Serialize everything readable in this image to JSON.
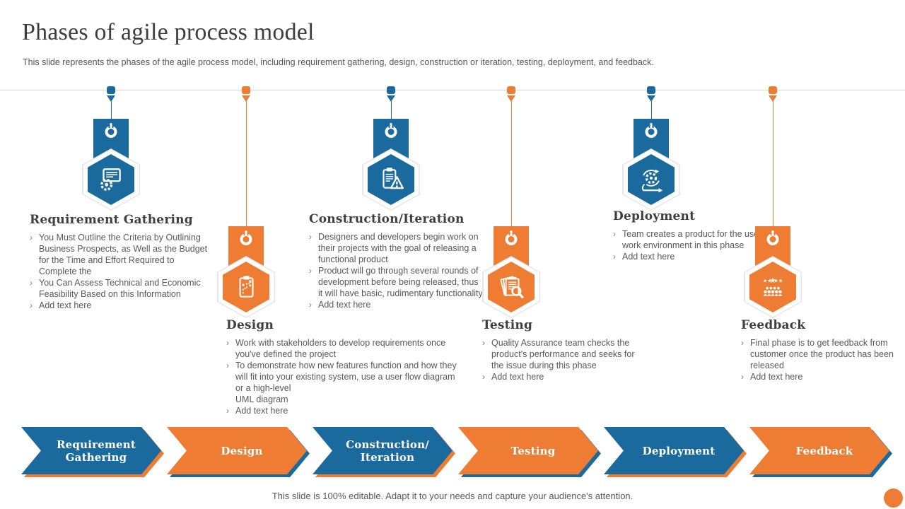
{
  "slide": {
    "title": "Phases of agile process model",
    "subtitle": "This slide represents the phases of the agile process model, including requirement gathering, design, construction or iteration, testing, deployment, and feedback.",
    "footer": "This slide is 100% editable. Adapt it to your needs and capture your audience's attention."
  },
  "ui": {
    "bullet_char": "›"
  },
  "colors": {
    "blue": "#1A6A9E",
    "orange": "#EE7C33",
    "timeline_line": "#D9D9D9",
    "heading_text": "#3F3F3F",
    "body_text": "#595959"
  },
  "phases": [
    {
      "title": "Requirement Gathering",
      "color": "blue",
      "icon": "certificate-gear-icon",
      "bullets": [
        "You Must Outline the Criteria by Outlining Business Prospects, as Well as the Budget for the Time and Effort Required to Complete the",
        "You Can Assess Technical and Economic Feasibility Based on this Information",
        "Add text here"
      ]
    },
    {
      "title": "Design",
      "color": "orange",
      "icon": "strategy-clipboard-icon",
      "bullets": [
        "Work with stakeholders to develop requirements once you've defined the project",
        "To demonstrate how new features function and how they will fit into your existing system, use a user flow diagram or a high-level\nUML diagram",
        "Add text here"
      ]
    },
    {
      "title": "Construction/Iteration",
      "color": "blue",
      "icon": "clipboard-warning-icon",
      "bullets": [
        "Designers and developers begin work on their projects with the goal of releasing a functional product",
        "Product will go through several rounds of development before being released, thus it will have basic, rudimentary functionality",
        "Add text here"
      ]
    },
    {
      "title": "Testing",
      "color": "orange",
      "icon": "document-magnifier-icon",
      "bullets": [
        "Quality Assurance team checks the product's performance and seeks for the issue during this phase",
        "Add text here"
      ]
    },
    {
      "title": "Deployment",
      "color": "blue",
      "icon": "sprint-gear-icon",
      "bullets": [
        "Team creates a product for the user's work environment in this phase",
        "Add text here"
      ]
    },
    {
      "title": "Feedback",
      "color": "orange",
      "icon": "crowd-stars-icon",
      "bullets": [
        "Final phase is to get feedback from customer once the product has been released",
        "Add text here"
      ]
    }
  ],
  "banner": [
    "Requirement Gathering",
    "Design",
    "Construction/ Iteration",
    "Testing",
    "Deployment",
    "Feedback"
  ]
}
